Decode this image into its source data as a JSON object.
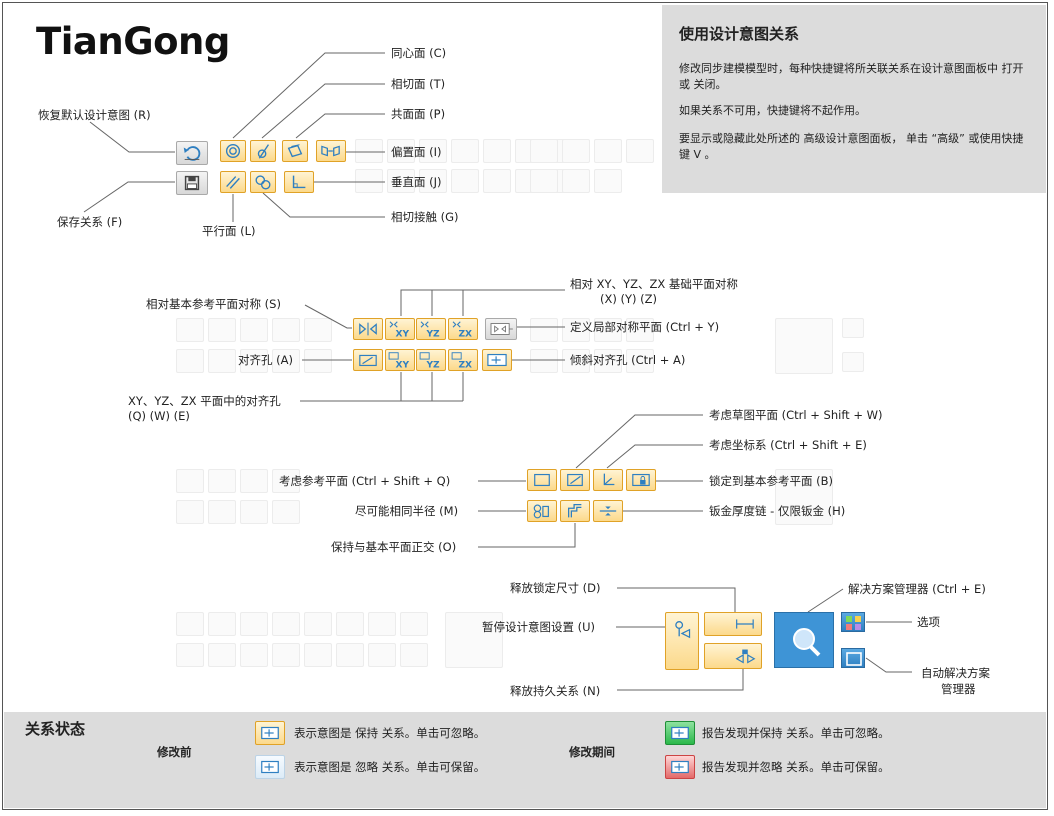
{
  "brand": "TianGong",
  "info": {
    "heading": "使用设计意图关系",
    "p1": "修改同步建模模型时，每种快捷键将所关联关系在设计意图面板中 打开或 关闭。",
    "p2": "如果关系不可用，快捷键将不起作用。",
    "p3": "要显示或隐藏此处所述的 高级设计意图面板， 单击 “高级” 或使用快捷键  V 。"
  },
  "labels": {
    "concentric": "同心面 (C)",
    "tangent": "相切面 (T)",
    "coplanar": "共面面 (P)",
    "restore": "恢复默认设计意图 (R)",
    "offset": "偏置面 (I)",
    "perpendicular": "垂直面 (J)",
    "tangent_touch": "相切接触 (G)",
    "save": "保存关系 (F)",
    "parallel": "平行面 (L)",
    "sym_base": "相对基本参考平面对称 (S)",
    "sym_xyz_line1": "相对 XY、YZ、ZX 基础平面对称",
    "sym_xyz_line2": "(X)    (Y)    (Z)",
    "local_sym": "定义局部对称平面 (Ctrl + Y)",
    "align_hole": "对齐孔 (A)",
    "tilt_align": "倾斜对齐孔 (Ctrl + A)",
    "align_xyz_line1": "XY、YZ、ZX 平面中的对齐孔",
    "align_xyz_line2": "(Q)    (W)    (E)",
    "sketch_plane": "考虑草图平面 (Ctrl + Shift + W)",
    "coord_sys": "考虑坐标系 (Ctrl + Shift + E)",
    "ref_plane": "考虑参考平面 (Ctrl + Shift + Q)",
    "lock_base": "锁定到基本参考平面 (B)",
    "same_radius": "尽可能相同半径 (M)",
    "sheet_chain": "钣金厚度链 - 仅限钣金 (H)",
    "ortho_base": "保持与基本平面正交 (O)",
    "release_dim": "释放锁定尺寸 (D)",
    "solution_mgr": "解决方案管理器 (Ctrl + E)",
    "pause": "暂停设计意图设置 (U)",
    "options": "选项",
    "auto_line1": "自动解决方案",
    "auto_line2": "管理器",
    "release_persist": "释放持久关系 (N)"
  },
  "status": {
    "title": "关系状态",
    "before": "修改前",
    "during": "修改期间",
    "keep": "表示意图是 保持 关系。单击可忽略。",
    "ignore": "表示意图是 忽略 关系。单击可保留。",
    "found_keep": "报告发现并保持 关系。单击可忽略。",
    "found_ignore": "报告发现并忽略 关系。单击可保留。"
  },
  "colors": {
    "accent_border": "#e0a227",
    "accent_fill": "#fcd98b",
    "blue_icon": "#2e7fc1",
    "solver_blue": "#3e94d6",
    "panel_gray": "#dcdcdc",
    "found_keep_green": "#2bb84a",
    "found_ignore_red": "#e36a6a"
  }
}
